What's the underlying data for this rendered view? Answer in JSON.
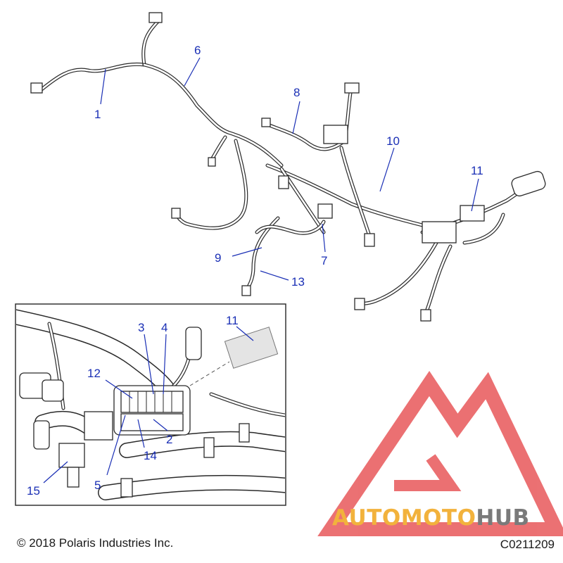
{
  "callouts": {
    "c1": "1",
    "c2": "2",
    "c3": "3",
    "c4": "4",
    "c5": "5",
    "c6": "6",
    "c7": "7",
    "c8": "8",
    "c9": "9",
    "c10": "10",
    "c11_main": "11",
    "c11_detail": "11",
    "c12": "12",
    "c13": "13",
    "c14": "14",
    "c15": "15"
  },
  "footer": {
    "copyright": "© 2018 Polaris Industries Inc.",
    "diagram_code": "C0211209"
  },
  "watermark": {
    "brand_part1": "AUTO",
    "brand_part2": "MOTO",
    "brand_part3": "HUB"
  },
  "colors": {
    "callout": "#1a2fb5",
    "logo_red": "#e8585a",
    "logo_orange": "#f2b23c",
    "logo_gray": "#7a7a7a"
  }
}
